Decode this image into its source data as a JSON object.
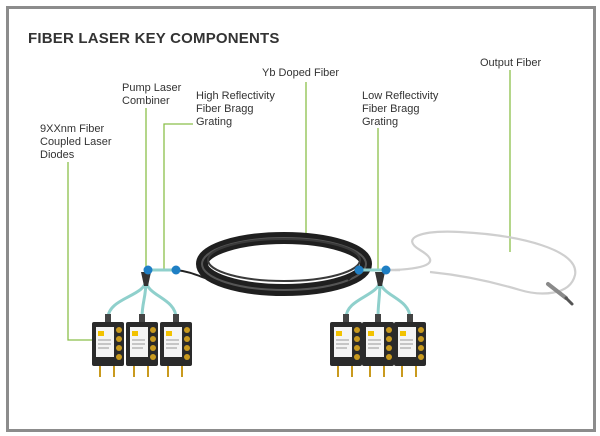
{
  "title": "FIBER LASER KEY COMPONENTS",
  "labels": {
    "diodes": [
      "9XXnm Fiber",
      "Coupled Laser",
      "Diodes"
    ],
    "combiner": [
      "Pump Laser",
      "Combiner"
    ],
    "hr_fbg": [
      "High Reflectivity",
      "Fiber Bragg",
      "Grating"
    ],
    "yb_fiber": [
      "Yb Doped Fiber"
    ],
    "lr_fbg": [
      "Low Reflectivity",
      "Fiber Bragg",
      "Grating"
    ],
    "output": [
      "Output Fiber"
    ]
  },
  "colors": {
    "leader": "#8bbf4a",
    "node": "#1f7fc4",
    "pump_fiber": "#8fd0cc",
    "doped_fiber": "#222222",
    "output_fiber": "#c8c8c8",
    "frame": "#8c8c8c"
  },
  "icons": {
    "diode": "laser-diode-module-icon",
    "node": "splice-node-icon",
    "coil": "fiber-coil-icon"
  }
}
